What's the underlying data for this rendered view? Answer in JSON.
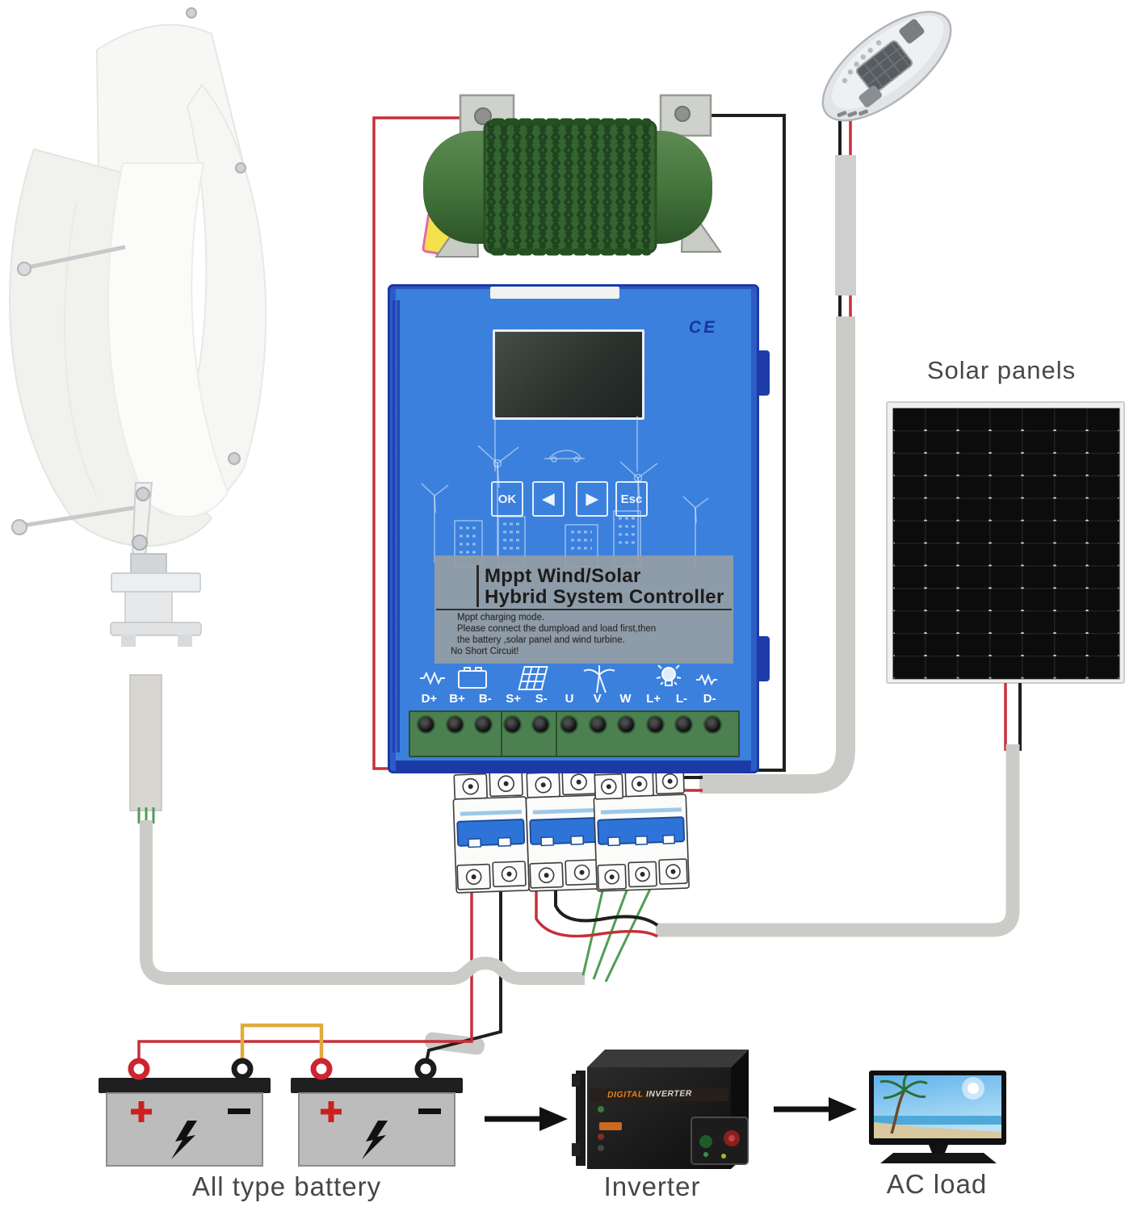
{
  "labels": {
    "solar_panels": "Solar panels",
    "battery": "All type battery",
    "inverter": "Inverter",
    "ac_load": "AC load"
  },
  "controller": {
    "ce_mark": "CE",
    "title_line1": "Mppt Wind/Solar",
    "title_line2": "Hybrid System Controller",
    "notes": [
      "Mppt charging mode.",
      "Please connect the dumpload and load first,then",
      "the battery ,solar panel and wind turbine.",
      "No Short Circuit!"
    ],
    "buttons": {
      "ok": "OK",
      "left": "◀",
      "right": "▶",
      "esc": "Esc"
    },
    "terminals": [
      "D+",
      "B+",
      "B-",
      "S+",
      "S-",
      "U",
      "V",
      "W",
      "L+",
      "L-",
      "D-"
    ],
    "terminal_icons": [
      "dump-load-resistor-icon",
      "battery-icon",
      "solar-panel-icon",
      "wind-turbine-icon",
      "lamp-icon",
      "dump-load-resistor-icon"
    ]
  },
  "inverter_unit": {
    "brand_word1": "DIGITAL",
    "brand_word2": "INVERTER"
  },
  "colors": {
    "controller_face": "#3b80dd",
    "controller_edge": "#1b3aa6",
    "wire_red": "#c5303a",
    "wire_black": "#1f1f1f",
    "wire_yellow": "#e0ab3c",
    "wire_green": "#4f9e52",
    "cable_gray": "#cbcbc8",
    "dump_resistor_green": "#49793f",
    "breaker_toggle_blue": "#2e74d8",
    "terminal_block_green": "#4c8050"
  }
}
